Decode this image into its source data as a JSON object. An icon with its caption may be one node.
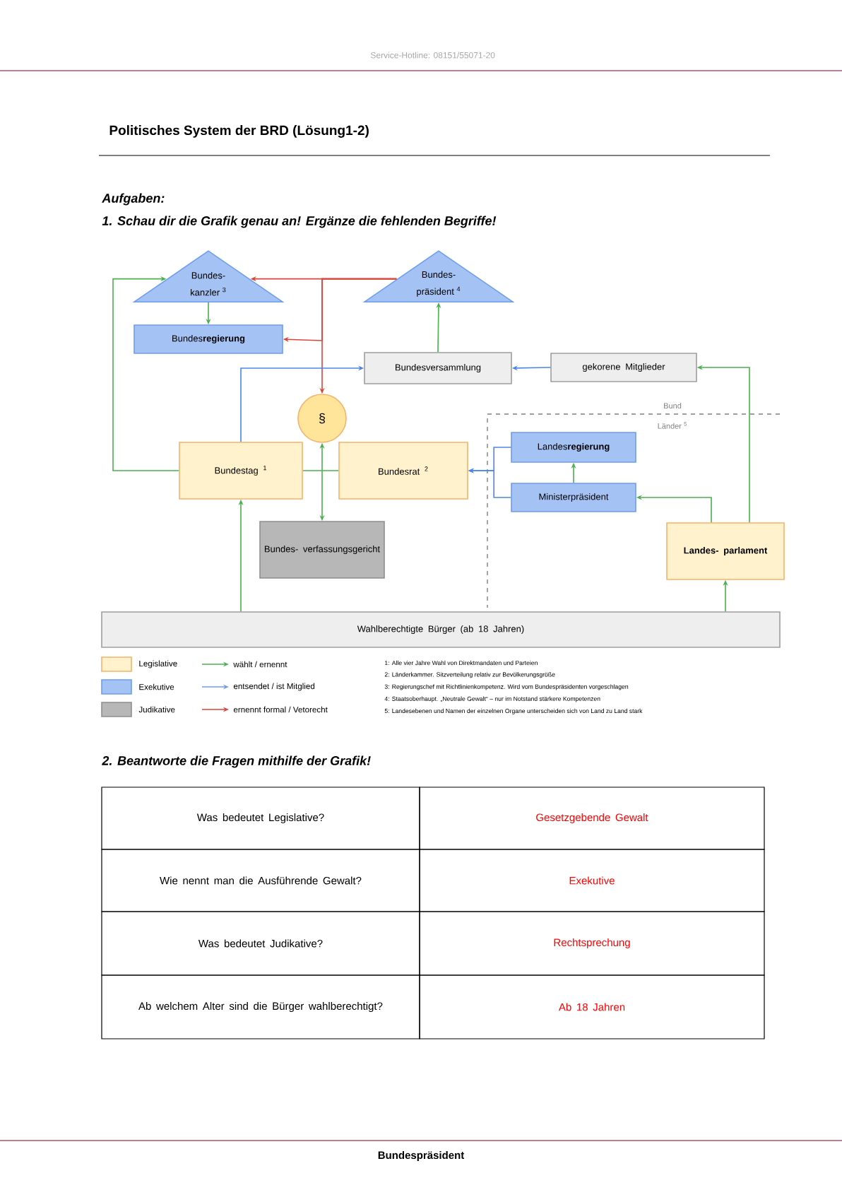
{
  "diagram": {
    "title": "Politisches System der BRD (Lösung1-2)",
    "nodes": [
      {
        "text": [
          "Bundes- kanzler $^{3}$"
        ]
      },
      {
        "text": [
          "Bundes- präsident $^{4}$"
        ]
      },
      {
        "text": [
          "Bundes**regierung**"
        ]
      },
      {
        "text": [
          "Bundesversammlung"
        ]
      },
      {
        "text": [
          "gekorene Mitglieder"
        ]
      },
      {
        "text": [
          "§"
        ]
      },
      {
        "text": [
          "Bundestag $^{1}$"
        ]
      },
      {
        "text": [
          "Bundesrat $^{2}$"
        ]
      },
      {
        "text": [
          "Landes**regierung**"
        ]
      },
      {
        "text": [
          "Ministerpräsident"
        ]
      },
      {
        "text": [
          "Bundes- verfassungsgericht"
        ]
      },
      {
        "text": [
          "Landes- parlament"
        ]
      },
      {
        "text": [
          "Wahlberechtigte Bürger (ab 18 Jahren)"
        ]
      }
    ],
    "edges": [
      {
        "from": 0,
        "to": 2,
        "arrow": "to"
      },
      {
        "from": 1,
        "to": 0,
        "arrow": "to",
        "color": "#d9453a"
      },
      {
        "from": 1,
        "to": 2,
        "arrow": "to",
        "color": "#d9453a"
      },
      {
        "from": 1,
        "to": 5,
        "arrow": "to",
        "color": "#d9453a"
      },
      {
        "from": 3,
        "to": 1,
        "arrow": "to"
      },
      {
        "from": 4,
        "to": 3,
        "arrow": "to",
        "color": "#4a86e8"
      },
      {
        "from": 11,
        "to": 4,
        "arrow": "to"
      },
      {
        "from": 6,
        "to": 3,
        "arrow": "to",
        "color": "#4a86e8"
      },
      {
        "from": 6,
        "to": 0,
        "arrow": "to"
      },
      {
        "from": 6,
        "to": 7,
        "arrow": "none"
      },
      {
        "from": 5,
        "to": 10,
        "arrow": "both"
      },
      {
        "from": 8,
        "to": 7,
        "arrow": "to",
        "color": "#4a86e8"
      },
      {
        "from": 9,
        "to": 7,
        "arrow": "to",
        "color": "#4a86e8"
      },
      {
        "from": 9,
        "to": 8,
        "arrow": "to"
      },
      {
        "from": 11,
        "to": 9,
        "arrow": "to"
      },
      {
        "from": 12,
        "to": 6,
        "arrow": "to"
      },
      {
        "from": 12,
        "to": 11,
        "arrow": "to"
      }
    ],
    "labels": [
      "Service-Hotline: 08151/55071-20",
      "Aufgaben:",
      "1. Schau dir die Grafik genau an! Ergänze die fehlenden Begriffe!",
      "Bund",
      "Länder $^{5}$",
      "1: Alle vier Jahre Wahl von Direktmandaten und Parteien",
      "2: Länderkammer. Sitzverteilung relativ zur Bevölkerungsgröße",
      "3: Regierungschef mit Richtlinienkompetenz. Wird vom Bundespräsidenten vorgeschlagen",
      "4: Staatsoberhaupt. „Neutrale Gewalt“ – nur im Notstand stärkere Kompetenzen",
      "5: Landesebenen und Namen der einzelnen Organe unterscheiden sich von Land zu Land stark",
      "2. Beantworte die Fragen mithilfe der Grafik!",
      "Was bedeutet Legislative?",
      "Gesetzgebende Gewalt",
      "Wie nennt man die Ausführende Gewalt?",
      "Exekutive",
      "Was bedeutet Judikative?",
      "Rechtsprechung",
      "Ab welchem Alter sind die Bürger wahlberechtigt?",
      "Ab 18 Jahren",
      "Bundespräsident"
    ],
    "legend": [
      {
        "text": "Legislative",
        "color": "#fff2cc"
      },
      {
        "text": "wählt / ernennt"
      },
      {
        "text": "Exekutive",
        "color": "#a4c2f4"
      },
      {
        "text": "entsendet / ist Mitglied"
      },
      {
        "text": "Judikative",
        "color": "#b7b7b7"
      },
      {
        "text": "ernennt formal / Vetorecht"
      }
    ]
  }
}
